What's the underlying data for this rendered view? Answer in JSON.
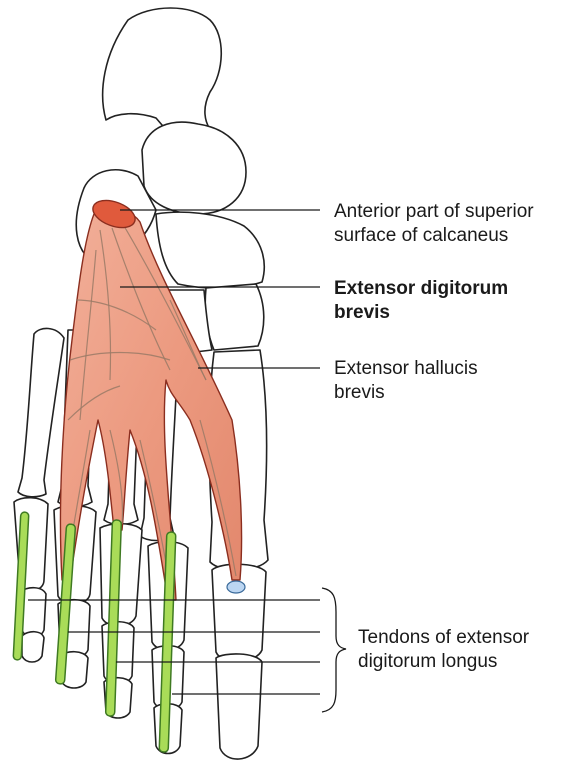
{
  "labels": {
    "calcaneus": {
      "line1": "Anterior part of superior",
      "line2": "surface of calcaneus"
    },
    "edb": {
      "line1": "Extensor digitorum",
      "line2": "brevis"
    },
    "ehb": {
      "line1": "Extensor hallucis",
      "line2": "brevis"
    },
    "tendons": {
      "line1": "Tendons of extensor",
      "line2": "digitorum longus"
    }
  },
  "colors": {
    "muscle": "#ec9a80",
    "muscle_dark": "#c9523b",
    "origin": "#e05a3c",
    "tendon": "#a9dc58",
    "insertion": "#bcd6f2",
    "outline": "#222222"
  }
}
